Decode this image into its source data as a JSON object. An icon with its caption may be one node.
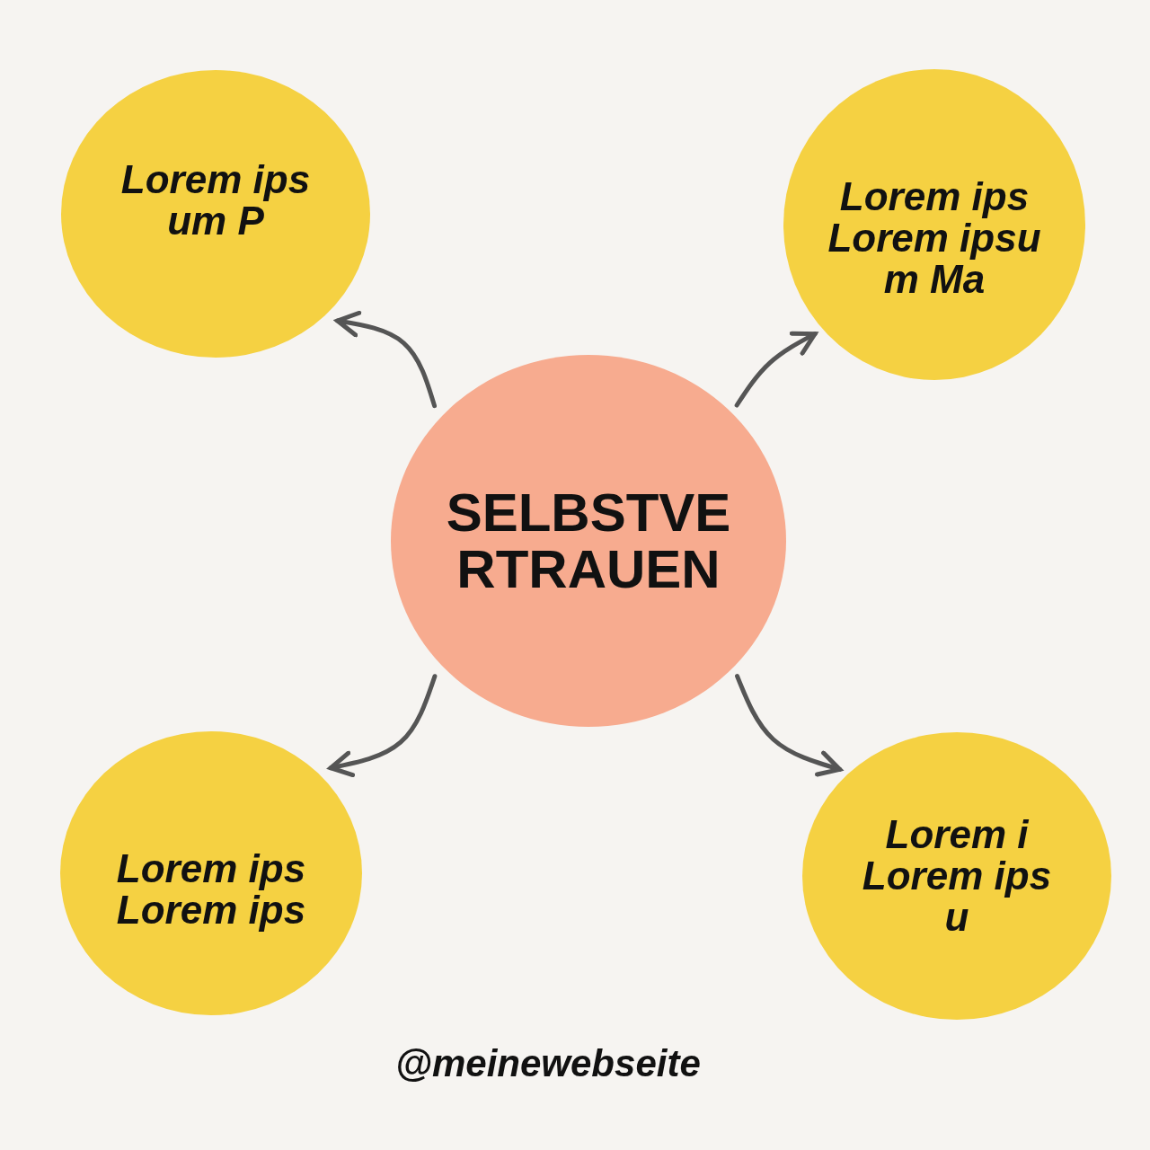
{
  "diagram": {
    "nodes": [
      {
        "text": [
          "Lorem ips um P"
        ]
      },
      {
        "text": [
          "Lorem ips Lorem ipsu m Ma"
        ]
      },
      {
        "text": [
          "SELBSTVE RTRAUEN"
        ]
      },
      {
        "text": [
          "Lorem ips Lorem ips"
        ]
      },
      {
        "text": [
          "Lorem i Lorem ips u"
        ]
      }
    ],
    "edges": [
      {
        "from": 2,
        "to": 0,
        "arrow": "to"
      },
      {
        "from": 2,
        "to": 1,
        "arrow": "to"
      },
      {
        "from": 2,
        "to": 3,
        "arrow": "to"
      },
      {
        "from": 2,
        "to": 4,
        "arrow": "to"
      }
    ],
    "labels": [
      "@meinewebseite"
    ]
  }
}
